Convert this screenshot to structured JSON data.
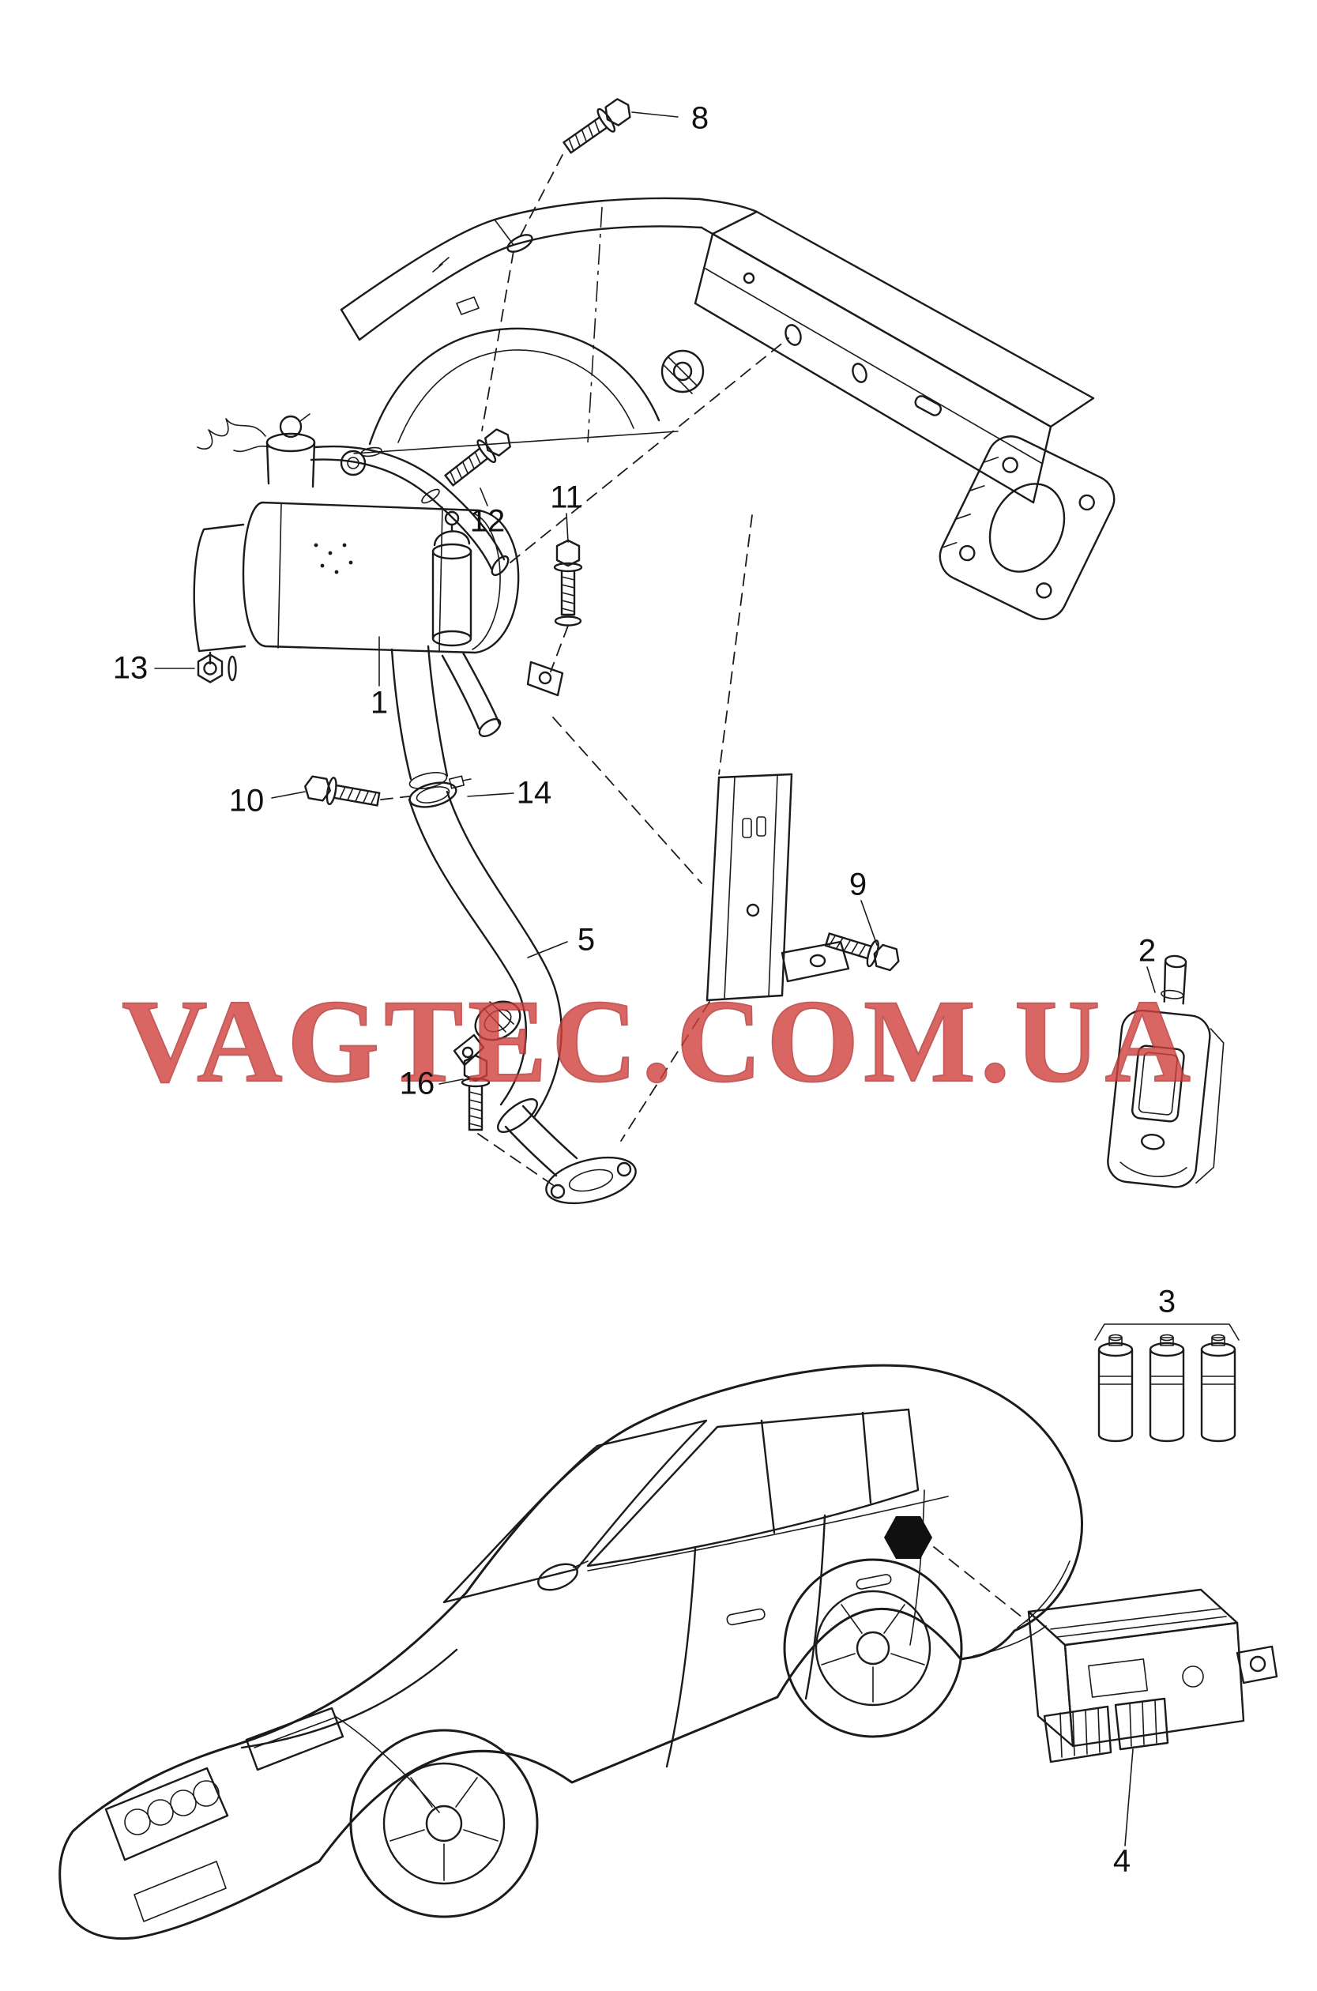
{
  "diagram": {
    "background": "#ffffff",
    "line_color": "#1b1b1b",
    "watermark": {
      "text": "VAGTEC.COM.UA",
      "color": "#d0413c"
    },
    "callouts": [
      {
        "label": "8",
        "part": "hex-bolt-upper-mount"
      },
      {
        "label": "12",
        "part": "hex-bolt"
      },
      {
        "label": "11",
        "part": "hex-bolt-with-washer"
      },
      {
        "label": "13",
        "part": "hex-nut"
      },
      {
        "label": "1",
        "part": "auxiliary-heater-unit"
      },
      {
        "label": "10",
        "part": "hex-bolt"
      },
      {
        "label": "14",
        "part": "hose-clamp"
      },
      {
        "label": "5",
        "part": "exhaust-hose"
      },
      {
        "label": "16",
        "part": "hex-bolt"
      },
      {
        "label": "9",
        "part": "hex-bolt"
      },
      {
        "label": "2",
        "part": "radio-remote-control"
      },
      {
        "label": "3",
        "part": "batteries"
      },
      {
        "label": "4",
        "part": "control-module"
      }
    ]
  }
}
